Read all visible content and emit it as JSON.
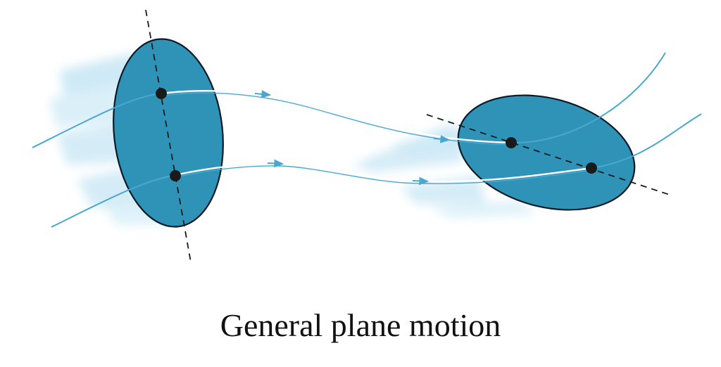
{
  "caption": "General plane motion",
  "colors": {
    "body_fill": "#2f93b8",
    "body_stroke": "#0b1a24",
    "path_line": "#4aa8cf",
    "motion_blur": "#bfe3f3",
    "point": "#1a1a1a",
    "axis_dash": "#1a1a1a"
  },
  "elements": {
    "bodies": [
      "rigid-body-initial",
      "rigid-body-final"
    ],
    "reference_points": [
      "point-A",
      "point-B"
    ],
    "paths": [
      "path-of-point-A",
      "path-of-point-B"
    ]
  }
}
